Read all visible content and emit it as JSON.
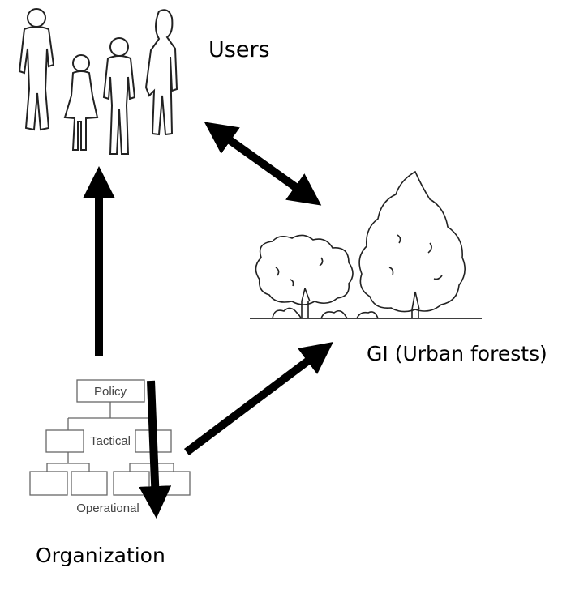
{
  "nodes": {
    "users": {
      "label": "Users",
      "icon": "people-silhouettes-icon"
    },
    "gi": {
      "label": "GI (Urban forests)",
      "icon": "trees-icon"
    },
    "organization": {
      "label": "Organization",
      "icon": "org-chart-icon",
      "levels": {
        "top": "Policy",
        "middle": "Tactical",
        "bottom": "Operational"
      }
    }
  },
  "edges": [
    {
      "from": "organization",
      "to": "users",
      "direction": "one-way"
    },
    {
      "from": "organization",
      "to": "gi",
      "direction": "one-way"
    },
    {
      "from": "users",
      "to": "gi",
      "direction": "two-way"
    }
  ],
  "colors": {
    "arrow": "#000000",
    "outline": "#222222",
    "background": "#ffffff"
  }
}
